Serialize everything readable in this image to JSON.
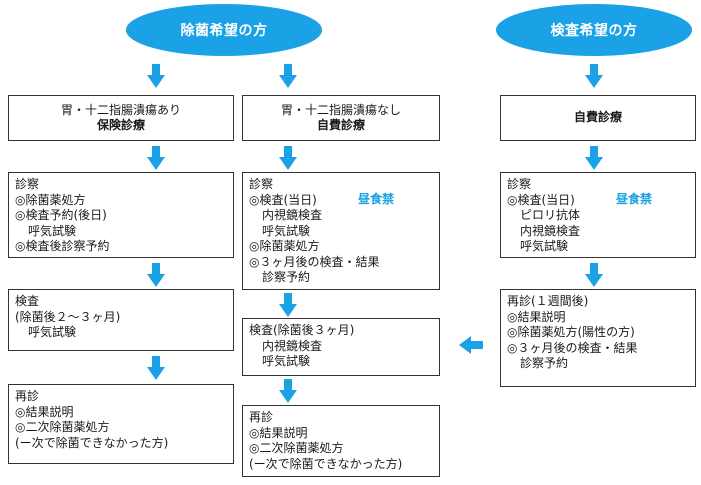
{
  "header": {
    "left_oval": "除菌希望の方",
    "right_oval": "検査希望の方"
  },
  "col1": {
    "box1": {
      "line1": "胃・十二指腸潰瘍あり",
      "line2": "保険診療"
    },
    "box2": {
      "lines": [
        "診察",
        "◎除菌薬処方",
        "◎検査予約(後日)",
        "呼気試験",
        "◎検査後診察予約"
      ]
    },
    "box3": {
      "lines": [
        "検査",
        "(除菌後２～３ヶ月)",
        "呼気試験"
      ]
    },
    "box4": {
      "lines": [
        "再診",
        "◎結果説明",
        "◎二次除菌薬処方",
        "(ー次で除菌できなかった方)"
      ]
    }
  },
  "col2": {
    "box1": {
      "line1": "胃・十二指腸潰瘍なし",
      "line2": "自費診療"
    },
    "box2": {
      "lines": [
        "診察",
        "◎検査(当日)",
        "内視鏡検査",
        "呼気試験",
        "◎除菌薬処方",
        "◎３ヶ月後の検査・結果",
        "診察予約"
      ],
      "tag": "昼食禁"
    },
    "box3": {
      "lines": [
        "検査(除菌後３ヶ月)",
        "内視鏡検査",
        "呼気試験"
      ]
    },
    "box4": {
      "lines": [
        "再診",
        "◎結果説明",
        "◎二次除菌薬処方",
        "(ー次で除菌できなかった方)"
      ]
    }
  },
  "col3": {
    "box1": {
      "line1": "自費診療"
    },
    "box2": {
      "lines": [
        "診察",
        "◎検査(当日)",
        "ピロリ抗体",
        "内視鏡検査",
        "呼気試験"
      ],
      "tag": "昼食禁"
    },
    "box3": {
      "lines": [
        "再診(１週間後)",
        "◎結果説明",
        "◎除菌薬処方(陽性の方)",
        "◎３ヶ月後の検査・結果",
        "診察予約"
      ]
    }
  },
  "colors": {
    "accent": "#1aa1e6",
    "border": "#333333",
    "text": "#1a1a1a"
  }
}
